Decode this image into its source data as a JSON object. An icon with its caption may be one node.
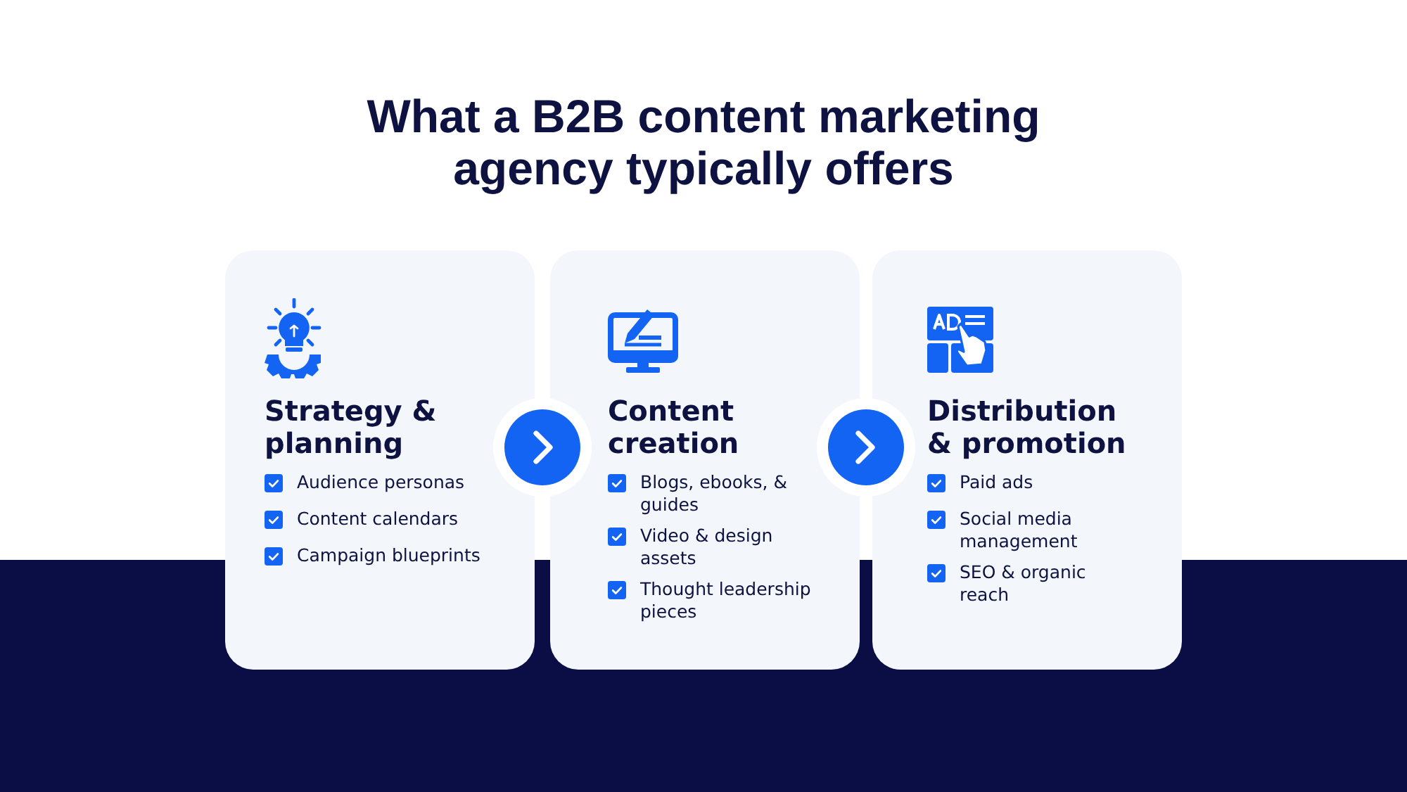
{
  "diagram": {
    "title": "What a B2B content marketing agency typically offers",
    "nodes": [
      {
        "text": [
          "Strategy & planning",
          "Audience personas",
          "Content calendars",
          "Campaign blueprints"
        ]
      },
      {
        "text": [
          "Content creation",
          "Blogs, ebooks, & guides",
          "Video & design assets",
          "Thought leadership pieces"
        ]
      },
      {
        "text": [
          "Distribution & promotion",
          "Paid ads",
          "Social media management",
          "SEO & organic reach"
        ]
      }
    ],
    "edges": [
      {
        "from": 0,
        "to": 1,
        "arrow": "to"
      },
      {
        "from": 1,
        "to": 2,
        "arrow": "to"
      }
    ]
  }
}
